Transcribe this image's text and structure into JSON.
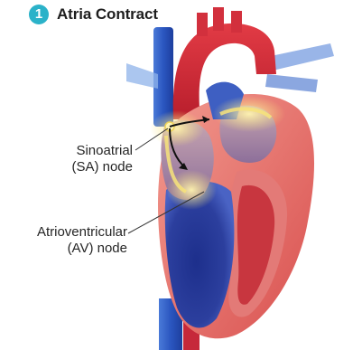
{
  "title": {
    "step_number": "1",
    "text": "Atria Contract"
  },
  "labels": {
    "sa_line1": "Sinoatrial",
    "sa_line2": "(SA) node",
    "av_line1": "Atrioventricular",
    "av_line2": "(AV) node"
  },
  "colors": {
    "badge": "#2bb2c9",
    "oxygenated_blood": "#d3263a",
    "deoxygenated_blood": "#2f49b2",
    "electrical_signal_glow": "#f7e37a",
    "heart_wall": "#e46b6b"
  }
}
